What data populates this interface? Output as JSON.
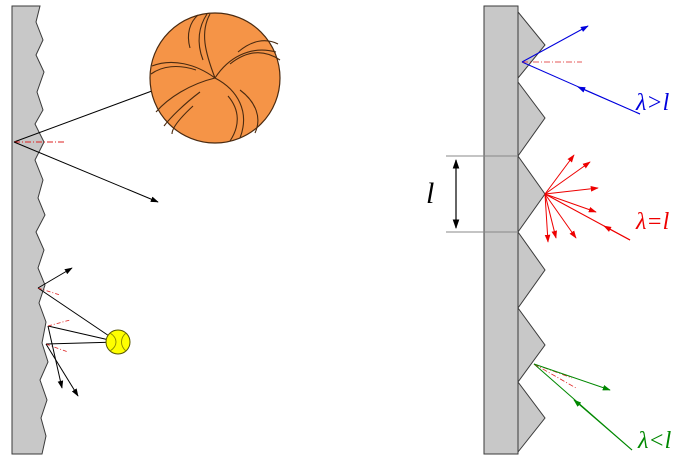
{
  "labels": {
    "period": "l",
    "blue": "λ>l",
    "red": "λ=l",
    "green": "λ<l"
  },
  "colors": {
    "wall_fill": "#c8c8c8",
    "wall_stroke": "#3a3a3a",
    "ball_fill": "#f59447",
    "ball_line": "#4a2a10",
    "tennis_ball": "#ffff00",
    "ray_black": "#000000",
    "ray_blue": "#0000dd",
    "ray_red": "#ee0000",
    "ray_green": "#008800",
    "normal_dash": "#dd2222",
    "period_guide": "#888888"
  },
  "icons": {
    "volleyball": "volleyball-icon",
    "tennis_ball": "tennis-ball-icon"
  }
}
